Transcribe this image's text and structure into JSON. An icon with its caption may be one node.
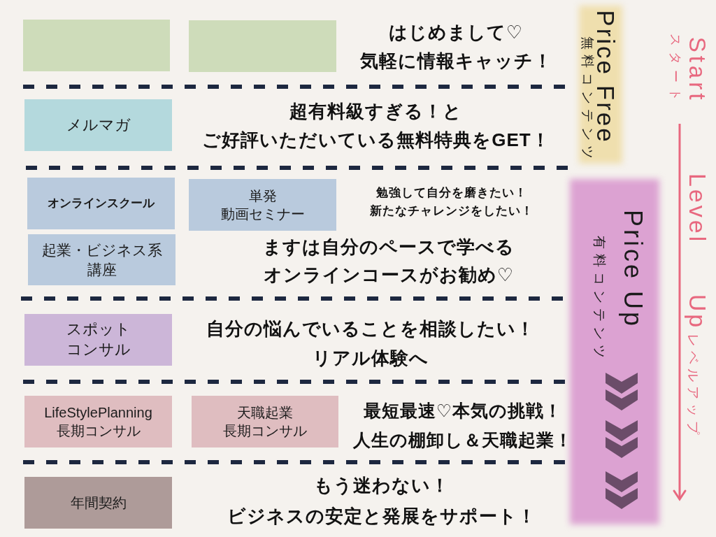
{
  "diagram": {
    "nodes": [
      {
        "text": [],
        "shape": "box"
      },
      {
        "text": [],
        "shape": "box"
      },
      {
        "text": [
          "Price Free",
          "無料コンテンツ"
        ]
      },
      {
        "text": [
          "メルマガ"
        ]
      },
      {
        "text": [
          "オンラインスクール"
        ]
      },
      {
        "text": [
          "単発動画セミナー"
        ]
      },
      {
        "text": [
          "Price Up",
          "有料コンテンツ"
        ]
      },
      {
        "text": [
          "起業・ビジネス系講座"
        ]
      },
      {
        "text": [
          "スポットコンサル"
        ]
      },
      {
        "text": [
          "LifeStylePlanning長期コンサル"
        ]
      },
      {
        "text": [
          "天職起業長期コンサル"
        ]
      },
      {
        "text": [
          "年間契約"
        ]
      }
    ],
    "labels": [
      "はじめまして♡気軽に情報キャッチ！",
      "超有料級すぎる！とご好評いただいている無料特典をGET！",
      "勉強して自分を磨きたい！新たなチャレンジをしたい！",
      "ますは自分のペースで学べるオンラインコースがお勧め♡",
      "自分の悩んでいることを相談したい！リアル体験へ",
      "最短最速♡本気の挑戦！人生の棚卸し＆天職起業！",
      "もう迷わない！ビジネスの安定と発展をサポート！",
      "Start",
      "スタート",
      "Level Up",
      "レベルアップ"
    ]
  }
}
